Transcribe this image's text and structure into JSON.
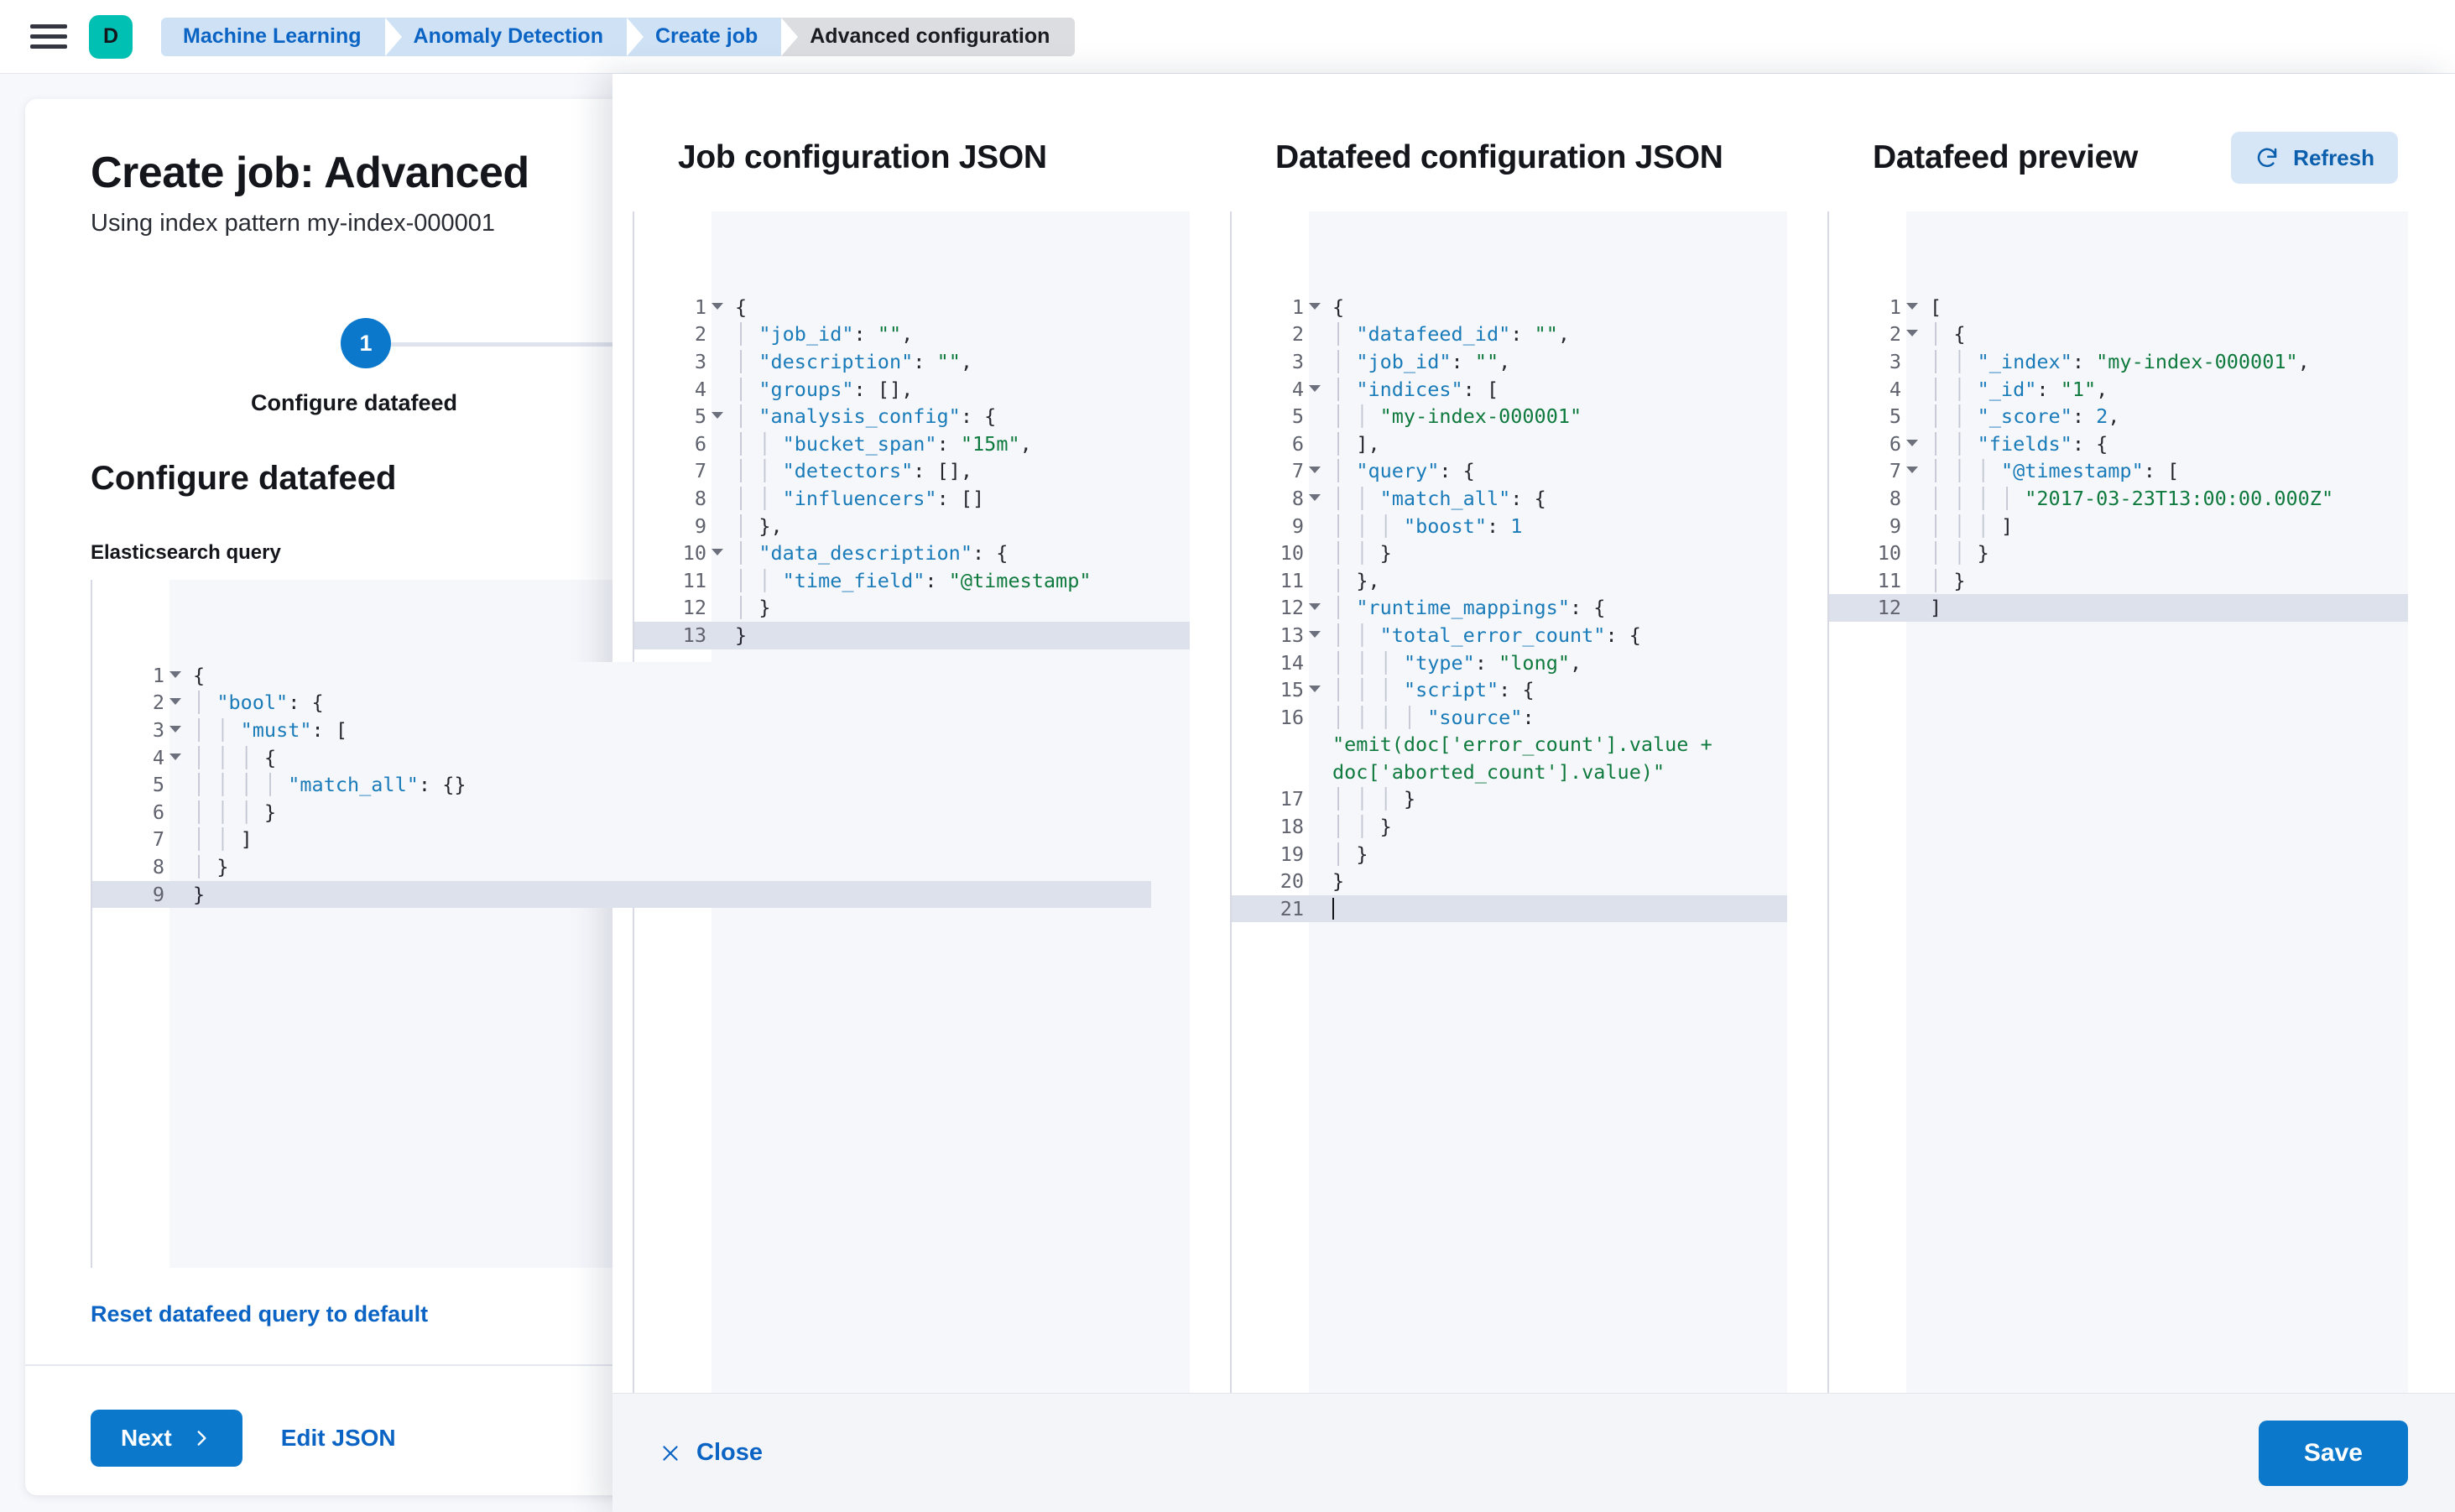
{
  "topbar": {
    "menu_icon": "hamburger-menu-icon",
    "space_badge": "D",
    "breadcrumbs": [
      {
        "label": "Machine Learning"
      },
      {
        "label": "Anomaly Detection"
      },
      {
        "label": "Create job"
      },
      {
        "label": "Advanced configuration"
      }
    ]
  },
  "page": {
    "title": "Create job: Advanced",
    "subtitle": "Using index pattern my-index-000001",
    "step_number": "1",
    "step_label": "Configure datafeed",
    "section_title": "Configure datafeed",
    "field_label": "Elasticsearch query",
    "reset_link": "Reset datafeed query to default",
    "next_button": "Next",
    "edit_json_button": "Edit JSON",
    "query_editor": {
      "lines": [
        {
          "n": "1",
          "fold": true,
          "text": "{"
        },
        {
          "n": "2",
          "fold": true,
          "text": "  \"bool\": {"
        },
        {
          "n": "3",
          "fold": true,
          "text": "    \"must\": ["
        },
        {
          "n": "4",
          "fold": true,
          "text": "      {"
        },
        {
          "n": "5",
          "fold": false,
          "text": "        \"match_all\": {}"
        },
        {
          "n": "6",
          "fold": false,
          "text": "      }"
        },
        {
          "n": "7",
          "fold": false,
          "text": "    ]"
        },
        {
          "n": "8",
          "fold": false,
          "text": "  }"
        },
        {
          "n": "9",
          "fold": false,
          "text": "}",
          "active": true
        }
      ]
    }
  },
  "flyout": {
    "columns": [
      {
        "title": "Job configuration JSON",
        "lines": [
          {
            "n": "1",
            "fold": true,
            "text": "{"
          },
          {
            "n": "2",
            "fold": false,
            "text": "  \"job_id\": \"\","
          },
          {
            "n": "3",
            "fold": false,
            "text": "  \"description\": \"\","
          },
          {
            "n": "4",
            "fold": false,
            "text": "  \"groups\": [],"
          },
          {
            "n": "5",
            "fold": true,
            "text": "  \"analysis_config\": {"
          },
          {
            "n": "6",
            "fold": false,
            "text": "    \"bucket_span\": \"15m\","
          },
          {
            "n": "7",
            "fold": false,
            "text": "    \"detectors\": [],"
          },
          {
            "n": "8",
            "fold": false,
            "text": "    \"influencers\": []"
          },
          {
            "n": "9",
            "fold": false,
            "text": "  },"
          },
          {
            "n": "10",
            "fold": true,
            "text": "  \"data_description\": {"
          },
          {
            "n": "11",
            "fold": false,
            "text": "    \"time_field\": \"@timestamp\""
          },
          {
            "n": "12",
            "fold": false,
            "text": "  }"
          },
          {
            "n": "13",
            "fold": false,
            "text": "}",
            "active": true
          }
        ]
      },
      {
        "title": "Datafeed configuration JSON",
        "lines": [
          {
            "n": "1",
            "fold": true,
            "text": "{"
          },
          {
            "n": "2",
            "fold": false,
            "text": "  \"datafeed_id\": \"\","
          },
          {
            "n": "3",
            "fold": false,
            "text": "  \"job_id\": \"\","
          },
          {
            "n": "4",
            "fold": true,
            "text": "  \"indices\": ["
          },
          {
            "n": "5",
            "fold": false,
            "text": "    \"my-index-000001\""
          },
          {
            "n": "6",
            "fold": false,
            "text": "  ],"
          },
          {
            "n": "7",
            "fold": true,
            "text": "  \"query\": {"
          },
          {
            "n": "8",
            "fold": true,
            "text": "    \"match_all\": {"
          },
          {
            "n": "9",
            "fold": false,
            "text": "      \"boost\": 1"
          },
          {
            "n": "10",
            "fold": false,
            "text": "    }"
          },
          {
            "n": "11",
            "fold": false,
            "text": "  },"
          },
          {
            "n": "12",
            "fold": true,
            "text": "  \"runtime_mappings\": {"
          },
          {
            "n": "13",
            "fold": true,
            "text": "    \"total_error_count\": {"
          },
          {
            "n": "14",
            "fold": false,
            "text": "      \"type\": \"long\","
          },
          {
            "n": "15",
            "fold": true,
            "text": "      \"script\": {"
          },
          {
            "n": "16",
            "fold": false,
            "text": "        \"source\": \"emit(doc['error_count'].value + doc['aborted_count'].value)\"",
            "wrap": true
          },
          {
            "n": "17",
            "fold": false,
            "text": "      }"
          },
          {
            "n": "18",
            "fold": false,
            "text": "    }"
          },
          {
            "n": "19",
            "fold": false,
            "text": "  }"
          },
          {
            "n": "20",
            "fold": false,
            "text": "}"
          },
          {
            "n": "21",
            "fold": false,
            "text": "",
            "active": true,
            "caret": true
          }
        ]
      },
      {
        "title": "Datafeed preview",
        "refresh_button": "Refresh",
        "refresh_icon": "refresh-icon",
        "lines": [
          {
            "n": "1",
            "fold": true,
            "text": "["
          },
          {
            "n": "2",
            "fold": true,
            "text": "  {"
          },
          {
            "n": "3",
            "fold": false,
            "text": "    \"_index\": \"my-index-000001\","
          },
          {
            "n": "4",
            "fold": false,
            "text": "    \"_id\": \"1\","
          },
          {
            "n": "5",
            "fold": false,
            "text": "    \"_score\": 2,"
          },
          {
            "n": "6",
            "fold": true,
            "text": "    \"fields\": {"
          },
          {
            "n": "7",
            "fold": true,
            "text": "      \"@timestamp\": ["
          },
          {
            "n": "8",
            "fold": false,
            "text": "        \"2017-03-23T13:00:00.000Z\""
          },
          {
            "n": "9",
            "fold": false,
            "text": "      ]"
          },
          {
            "n": "10",
            "fold": false,
            "text": "    }"
          },
          {
            "n": "11",
            "fold": false,
            "text": "  }"
          },
          {
            "n": "12",
            "fold": false,
            "text": "]",
            "active": true
          }
        ]
      }
    ],
    "footer": {
      "close_button": "Close",
      "close_icon": "close-x-icon",
      "save_button": "Save"
    }
  },
  "colors": {
    "accent": "#0b78cc",
    "link": "#0b64c4",
    "space_badge": "#00bfb3",
    "breadcrumb_bg": "#cfe2f5",
    "breadcrumb_last_bg": "#dcdde0",
    "editor_bg": "#f6f7fb",
    "active_line": "#dde1ec",
    "json_key": "#1a7bb9",
    "json_string": "#0f7a3d"
  }
}
